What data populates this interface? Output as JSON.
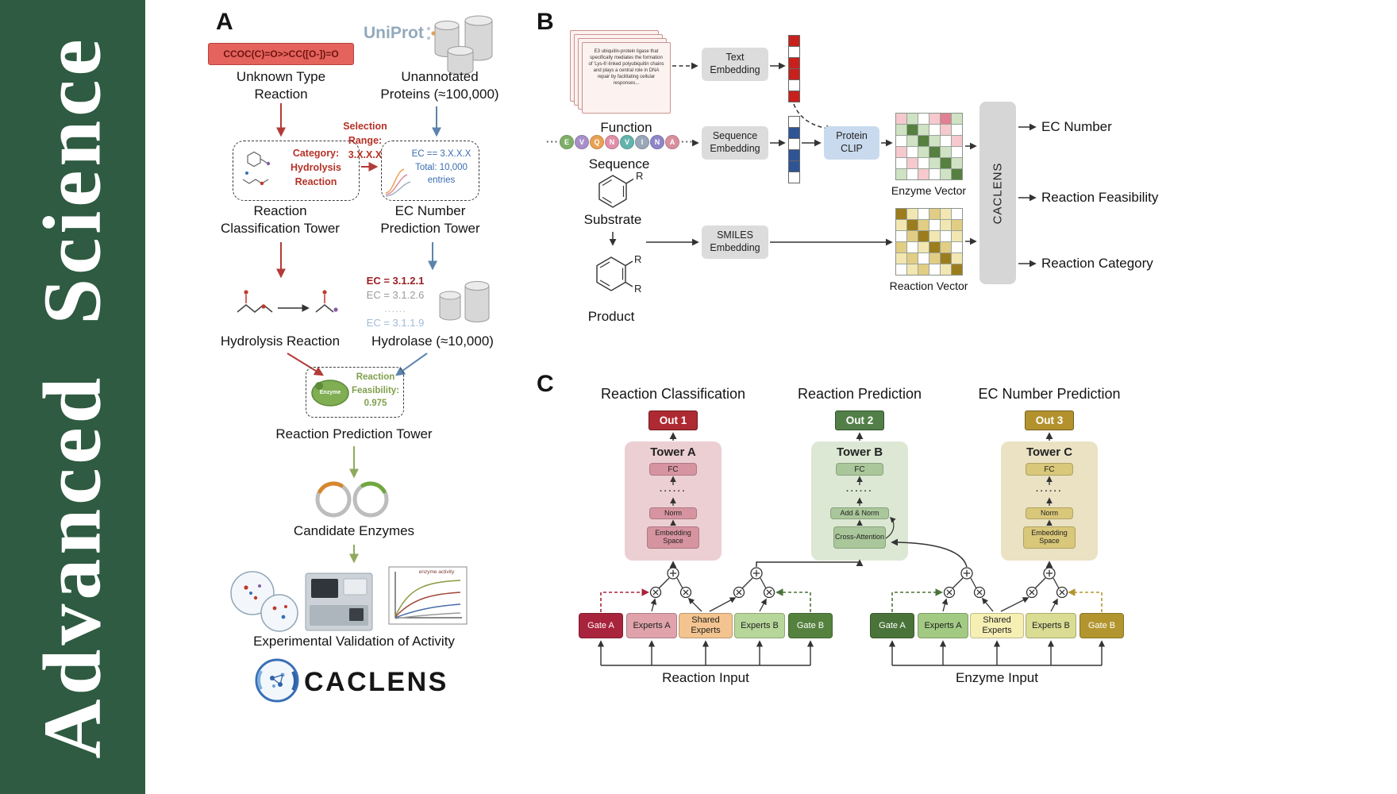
{
  "journal": {
    "name": "Advanced  Science",
    "bg": "#2e5b41"
  },
  "panelA": {
    "label": "A",
    "smiles": "CCOC(C)=O>>CC([O-])=O",
    "unknown_label": [
      "Unknown Type",
      "Reaction"
    ],
    "uniprot": "UniProt",
    "unannotated_label": [
      "Unannotated",
      "Proteins (≈100,000)"
    ],
    "selection_label": [
      "Selection",
      "Range:",
      "3.X.X.X"
    ],
    "category_label": [
      "Category:",
      "Hydrolysis",
      "Reaction"
    ],
    "ec_box_label": [
      "EC == 3.X.X.X",
      "Total: 10,000",
      "entries"
    ],
    "tower1_label": [
      "Reaction",
      "Classification Tower"
    ],
    "tower2_label": [
      "EC Number",
      "Prediction Tower"
    ],
    "hydrolysis_label": "Hydrolysis Reaction",
    "ec_list": [
      "EC = 3.1.2.1",
      "EC = 3.1.2.6",
      "......",
      "EC = 3.1.1.9"
    ],
    "hydrolase_label": "Hydrolase (≈10,000)",
    "enzyme_text": "Enzyme",
    "feasibility_label": [
      "Reaction",
      "Feasibility:",
      "0.975"
    ],
    "tower3_label": "Reaction Prediction Tower",
    "candidates_label": "Candidate Enzymes",
    "plot_label": "enzyme activity",
    "validation_label": "Experimental Validation of Activity",
    "brand": "CACLENS"
  },
  "panelB": {
    "label": "B",
    "function_card": "E3 ubiquitin-protein ligase that specifically mediates the formation of 'Lys-6'-linked polyubiquitin chains and plays a central role in DNA repair by facilitating cellular responses...",
    "function_label": "Function",
    "text_embedding": [
      "Text",
      "Embedding"
    ],
    "ellipsis": "···",
    "sequence": {
      "letters": [
        "E",
        "V",
        "Q",
        "N",
        "V",
        "I",
        "N",
        "A"
      ],
      "colors": [
        "#7fb069",
        "#a98fc9",
        "#e8a254",
        "#e08fa8",
        "#62b4ad",
        "#9aa7b8",
        "#8f86c9",
        "#d98f9e"
      ]
    },
    "sequence_label": "Sequence",
    "sequence_embedding": [
      "Sequence",
      "Embedding"
    ],
    "protein_clip": [
      "Protein",
      "CLIP"
    ],
    "enzyme_vector_label": "Enzyme Vector",
    "substrate_label": "Substrate",
    "r_label": "R",
    "product_label": "Product",
    "smiles_embedding": [
      "SMILES",
      "Embedding"
    ],
    "reaction_vector_label": "Reaction Vector",
    "caclens": "CACLENS",
    "outputs": [
      "EC Number",
      "Reaction Feasibility",
      "Reaction Category"
    ],
    "text_vector_cells": [
      "#c8201d",
      "#ffffff",
      "#c8201d",
      "#c8201d",
      "#ffffff",
      "#c8201d"
    ],
    "seq_vector_cells": [
      "#ffffff",
      "#2f5496",
      "#ffffff",
      "#2f5496",
      "#2f5496",
      "#ffffff"
    ],
    "enzyme_matrix": [
      [
        "#f5c9ce",
        "#cfe2c3",
        "#ffffff",
        "#f5c9ce",
        "#e37f92",
        "#cfe2c3"
      ],
      [
        "#cfe2c3",
        "#55803f",
        "#cfe2c3",
        "#ffffff",
        "#f5c9ce",
        "#ffffff"
      ],
      [
        "#ffffff",
        "#cfe2c3",
        "#55803f",
        "#cfe2c3",
        "#ffffff",
        "#f5c9ce"
      ],
      [
        "#f5c9ce",
        "#ffffff",
        "#cfe2c3",
        "#55803f",
        "#cfe2c3",
        "#ffffff"
      ],
      [
        "#ffffff",
        "#f5c9ce",
        "#ffffff",
        "#cfe2c3",
        "#55803f",
        "#cfe2c3"
      ],
      [
        "#cfe2c3",
        "#ffffff",
        "#f5c9ce",
        "#ffffff",
        "#cfe2c3",
        "#55803f"
      ]
    ],
    "reaction_matrix": [
      [
        "#9c7d1e",
        "#f2e7b3",
        "#ffffff",
        "#e2cd84",
        "#f2e7b3",
        "#ffffff"
      ],
      [
        "#f2e7b3",
        "#9c7d1e",
        "#e2cd84",
        "#ffffff",
        "#f2e7b3",
        "#e2cd84"
      ],
      [
        "#ffffff",
        "#e2cd84",
        "#9c7d1e",
        "#f2e7b3",
        "#ffffff",
        "#f2e7b3"
      ],
      [
        "#e2cd84",
        "#ffffff",
        "#f2e7b3",
        "#9c7d1e",
        "#e2cd84",
        "#ffffff"
      ],
      [
        "#f2e7b3",
        "#e2cd84",
        "#ffffff",
        "#e2cd84",
        "#9c7d1e",
        "#f2e7b3"
      ],
      [
        "#ffffff",
        "#f2e7b3",
        "#e2cd84",
        "#ffffff",
        "#f2e7b3",
        "#9c7d1e"
      ]
    ]
  },
  "panelC": {
    "label": "C",
    "headers": [
      "Reaction Classification",
      "Reaction Prediction",
      "EC Number Prediction"
    ],
    "outs": [
      {
        "label": "Out 1",
        "bg": "#ae2a32"
      },
      {
        "label": "Out 2",
        "bg": "#527f48"
      },
      {
        "label": "Out 3",
        "bg": "#b3922e"
      }
    ],
    "towers": [
      {
        "title": "Tower A",
        "fc": "FC",
        "dots": "······",
        "mid": "Norm",
        "bottom": "Embedding Space",
        "bg": "#eccfd3",
        "box": "#d694a0"
      },
      {
        "title": "Tower B",
        "fc": "FC",
        "dots": "······",
        "mid": "Add & Norm",
        "bottom": "Cross-Attention",
        "bg": "#dce8d4",
        "box": "#a9c79a"
      },
      {
        "title": "Tower C",
        "fc": "FC",
        "dots": "······",
        "mid": "Norm",
        "bottom": "Embedding Space",
        "bg": "#eae2c3",
        "box": "#d9c77a"
      }
    ],
    "moe_left": [
      {
        "label": "Gate A",
        "bg": "#a8243c",
        "fg": "#ffffff"
      },
      {
        "label": "Experts A",
        "bg": "#e0a3ab",
        "fg": "#222222"
      },
      {
        "label": "Shared Experts",
        "bg": "#f3c48f",
        "fg": "#222222"
      },
      {
        "label": "Experts B",
        "bg": "#b7d79a",
        "fg": "#222222"
      },
      {
        "label": "Gate B",
        "bg": "#55813e",
        "fg": "#ffffff"
      }
    ],
    "moe_right": [
      {
        "label": "Gate A",
        "bg": "#4a7339",
        "fg": "#ffffff"
      },
      {
        "label": "Experts A",
        "bg": "#a3ca83",
        "fg": "#222222"
      },
      {
        "label": "Shared Experts",
        "bg": "#f6efb4",
        "fg": "#222222"
      },
      {
        "label": "Experts B",
        "bg": "#d9dc92",
        "fg": "#222222"
      },
      {
        "label": "Gate B",
        "bg": "#b3952f",
        "fg": "#ffffff"
      }
    ],
    "inputs": [
      "Reaction Input",
      "Enzyme Input"
    ]
  }
}
